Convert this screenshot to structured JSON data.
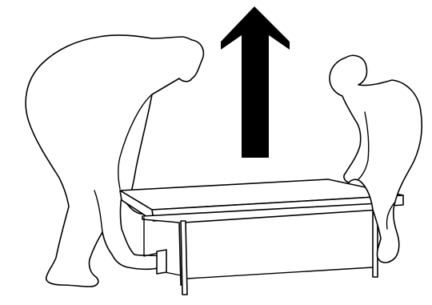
{
  "scene": {
    "background_color": "#ffffff",
    "line_color": "#000000",
    "arrow_color": "#000000",
    "arrow_direction": "up",
    "figure_count": 2,
    "object": "table"
  }
}
